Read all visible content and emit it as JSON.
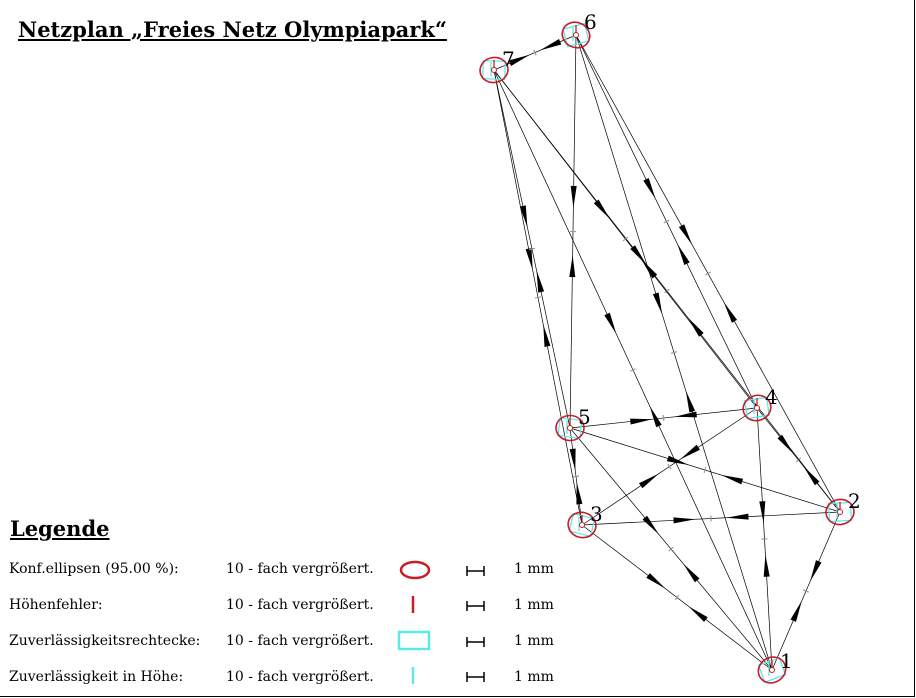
{
  "title": "Netzplan „Freies Netz Olympiapark“",
  "colors": {
    "ellipse": "#c81d25",
    "reliability": "#5ee8ec",
    "line": "#000000"
  },
  "points": [
    {
      "id": "1",
      "label": "1"
    },
    {
      "id": "2",
      "label": "2"
    },
    {
      "id": "3",
      "label": "3"
    },
    {
      "id": "4",
      "label": "4"
    },
    {
      "id": "5",
      "label": "5"
    },
    {
      "id": "6",
      "label": "6"
    },
    {
      "id": "7",
      "label": "7"
    }
  ],
  "observations": [
    [
      "1",
      "2"
    ],
    [
      "1",
      "3"
    ],
    [
      "1",
      "4"
    ],
    [
      "1",
      "5"
    ],
    [
      "1",
      "6"
    ],
    [
      "1",
      "7"
    ],
    [
      "2",
      "3"
    ],
    [
      "2",
      "4"
    ],
    [
      "2",
      "5"
    ],
    [
      "2",
      "6"
    ],
    [
      "2",
      "7"
    ],
    [
      "3",
      "4"
    ],
    [
      "3",
      "5"
    ],
    [
      "3",
      "7"
    ],
    [
      "4",
      "5"
    ],
    [
      "4",
      "6"
    ],
    [
      "4",
      "7"
    ],
    [
      "5",
      "6"
    ],
    [
      "5",
      "7"
    ],
    [
      "6",
      "7"
    ]
  ],
  "legend": {
    "title": "Legende",
    "rows": [
      {
        "label": "Konf.ellipsen (95.00 %):",
        "factor": "10 - fach vergrößert.",
        "symbol": "ellipse-icon",
        "unit": "1 mm"
      },
      {
        "label": "Höhenfehler:",
        "factor": "10 - fach vergrößert.",
        "symbol": "height-error-icon",
        "unit": "1 mm"
      },
      {
        "label": "Zuverlässigkeitsrechtecke:",
        "factor": "10 - fach vergrößert.",
        "symbol": "reliability-rectangle-icon",
        "unit": "1 mm"
      },
      {
        "label": "Zuverlässigkeit in Höhe:",
        "factor": "10 - fach vergrößert.",
        "symbol": "height-reliability-icon",
        "unit": "1 mm"
      }
    ]
  }
}
